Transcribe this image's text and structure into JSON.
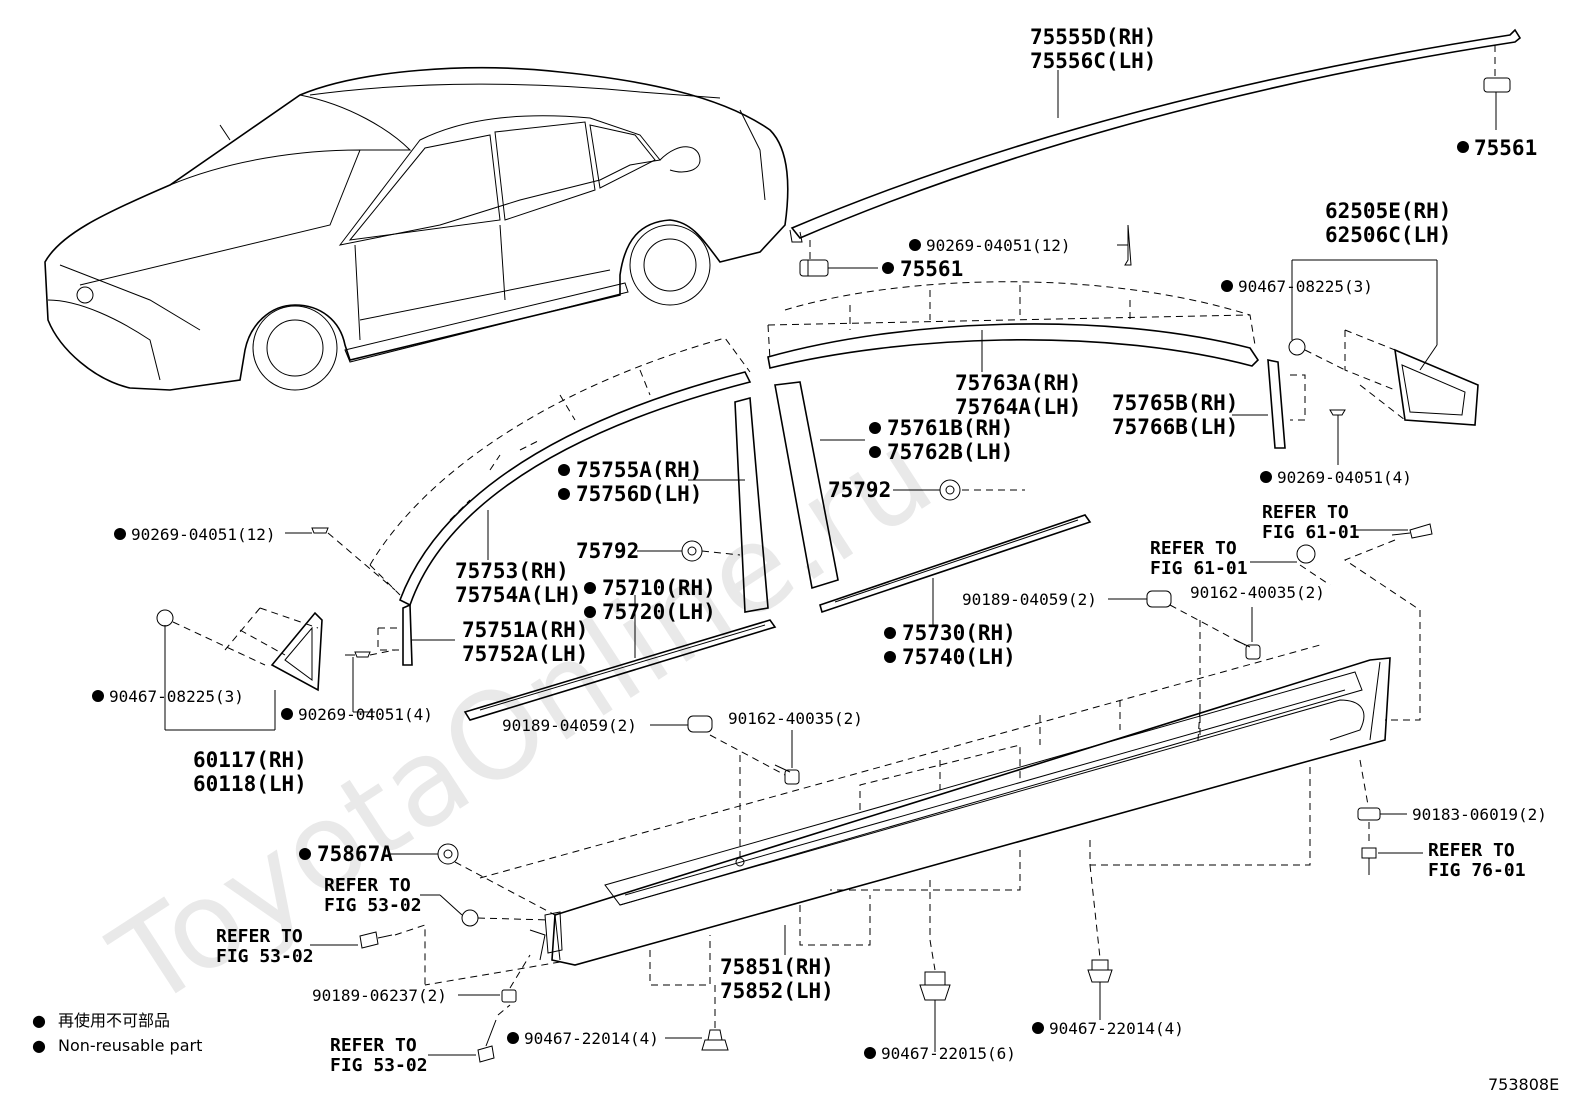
{
  "watermark": "ToyotaOnline.ru",
  "figure_code": "753808E",
  "legend": [
    {
      "symbol": "●",
      "text": "再使用不可部品"
    },
    {
      "symbol": "●",
      "text": "Non-reusable part"
    }
  ],
  "labels": {
    "l75555D": "75555D(RH)",
    "l75556C": "75556C(LH)",
    "l75561a": "75561",
    "l75561b": "75561",
    "l90269_12a": "90269-04051(12)",
    "l62505E": "62505E(RH)",
    "l62506C": "62506C(LH)",
    "l90467_3a": "90467-08225(3)",
    "l75763A": "75763A(RH)",
    "l75764A": "75764A(LH)",
    "l75765B": "75765B(RH)",
    "l75766B": "75766B(LH)",
    "l75761B": "75761B(RH)",
    "l75762B": "75762B(LH)",
    "l75792a": "75792",
    "l90269_4a": "90269-04051(4)",
    "l75755A": "75755A(RH)",
    "l75756D": "75756D(LH)",
    "l90269_12b": "90269-04051(12)",
    "l75792b": "75792",
    "l75753": "75753(RH)",
    "l75754A": "75754A(LH)",
    "l75710": "75710(RH)",
    "l75720": "75720(LH)",
    "refer61a": [
      "REFER TO",
      "FIG 61-01"
    ],
    "refer61b": [
      "REFER TO",
      "FIG 61-01"
    ],
    "l90189_2a": "90189-04059(2)",
    "l90162_2a": "90162-40035(2)",
    "l75751A": "75751A(RH)",
    "l75752A": "75752A(LH)",
    "l75730": "75730(RH)",
    "l75740": "75740(LH)",
    "l90467_3b": "90467-08225(3)",
    "l90269_4b": "90269-04051(4)",
    "l60117": "60117(RH)",
    "l60118": "60118(LH)",
    "l90189_2b": "90189-04059(2)",
    "l90162_2b": "90162-40035(2)",
    "l90183": "90183-06019(2)",
    "refer76": [
      "REFER TO",
      "FIG 76-01"
    ],
    "l75867A": "75867A",
    "refer53a": [
      "REFER TO",
      "FIG 53-02"
    ],
    "refer53b": [
      "REFER TO",
      "FIG 53-02"
    ],
    "l90189_06237": "90189-06237(2)",
    "l75851": "75851(RH)",
    "l75852": "75852(LH)",
    "refer53c": [
      "REFER TO",
      "FIG 53-02"
    ],
    "l90467_22014a": "90467-22014(4)",
    "l90467_22015": "90467-22015(6)",
    "l90467_22014b": "90467-22014(4)"
  }
}
